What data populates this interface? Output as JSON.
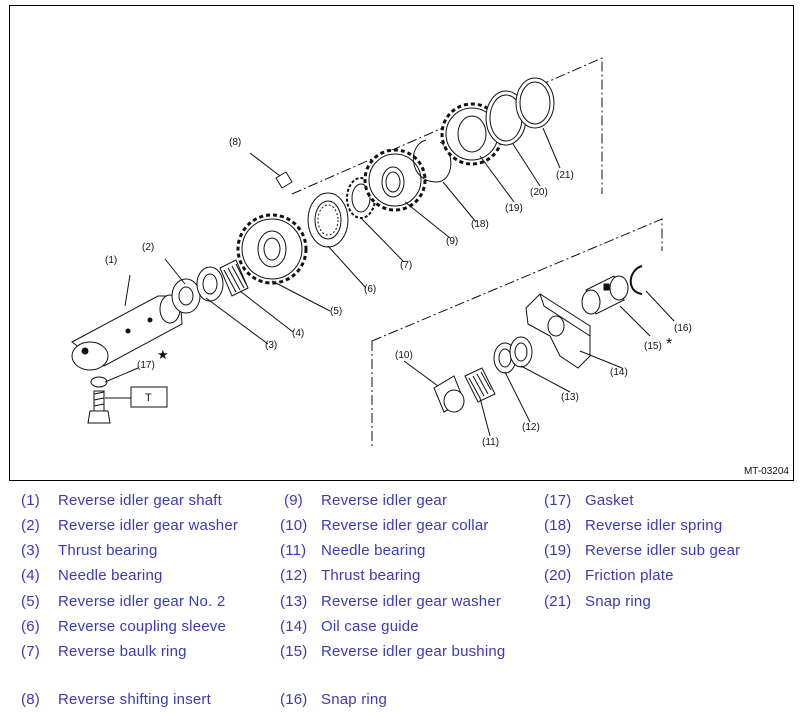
{
  "figure": {
    "id": "MT-03204",
    "callouts": [
      "(1)",
      "(2)",
      "(3)",
      "(4)",
      "(5)",
      "(6)",
      "(7)",
      "(8)",
      "(9)",
      "(10)",
      "(11)",
      "(12)",
      "(13)",
      "(14)",
      "(15)",
      "(16)",
      "(17)",
      "(18)",
      "(19)",
      "(20)",
      "(21)"
    ],
    "torque_mark": "T",
    "star_mark": "★",
    "asterisk_mark": "*"
  },
  "legend": {
    "col1": [
      {
        "num": "(1)",
        "name": "Reverse idler gear shaft"
      },
      {
        "num": "(2)",
        "name": "Reverse idler gear washer"
      },
      {
        "num": "(3)",
        "name": "Thrust bearing"
      },
      {
        "num": "(4)",
        "name": "Needle bearing"
      },
      {
        "num": "(5)",
        "name": "Reverse idler gear No. 2"
      },
      {
        "num": "(6)",
        "name": "Reverse coupling sleeve"
      },
      {
        "num": "(7)",
        "name": "Reverse baulk ring"
      },
      {
        "num": "(8)",
        "name": "Reverse shifting insert"
      }
    ],
    "col2": [
      {
        "num": "(9)",
        "name": "Reverse idler gear"
      },
      {
        "num": "(10)",
        "name": "Reverse idler gear collar"
      },
      {
        "num": "(11)",
        "name": "Needle bearing"
      },
      {
        "num": "(12)",
        "name": "Thrust bearing"
      },
      {
        "num": "(13)",
        "name": "Reverse idler gear washer"
      },
      {
        "num": "(14)",
        "name": "Oil case guide"
      },
      {
        "num": "(15)",
        "name": "Reverse idler gear bushing"
      },
      {
        "num": "(16)",
        "name": "Snap ring"
      }
    ],
    "col3": [
      {
        "num": "(17)",
        "name": "Gasket"
      },
      {
        "num": "(18)",
        "name": "Reverse idler spring"
      },
      {
        "num": "(19)",
        "name": "Reverse idler sub gear"
      },
      {
        "num": "(20)",
        "name": "Friction plate"
      },
      {
        "num": "(21)",
        "name": "Snap ring"
      }
    ]
  }
}
